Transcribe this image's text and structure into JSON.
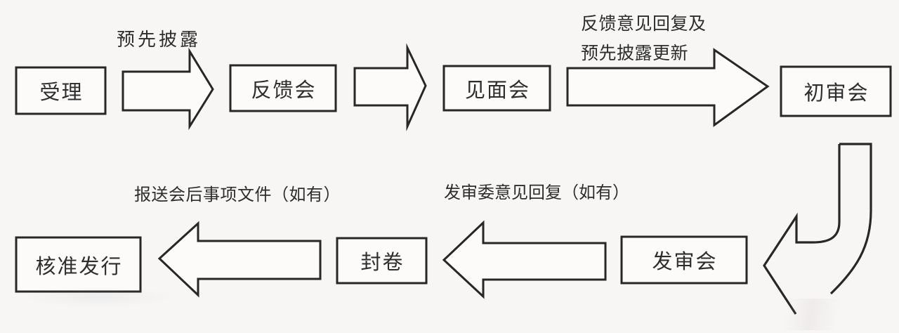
{
  "colors": {
    "background": "#f7f6f5",
    "line": "#272727",
    "shape_fill": "#fcfbfa",
    "text": "#2d2d2d"
  },
  "diagram": {
    "type": "flowchart",
    "description": "IPO review process flow, top row left-to-right then curved arrow down, bottom row right-to-left",
    "nodes": [
      {
        "id": "acceptance",
        "label": "受理"
      },
      {
        "id": "feedback-meeting",
        "label": "反馈会"
      },
      {
        "id": "face-to-face-meeting",
        "label": "见面会"
      },
      {
        "id": "initial-review-meeting",
        "label": "初审会"
      },
      {
        "id": "issuance-review-meeting",
        "label": "发审会"
      },
      {
        "id": "file-sealing",
        "label": "封卷"
      },
      {
        "id": "approved-issuance",
        "label": "核准发行"
      }
    ],
    "edge_labels": {
      "pre_disclosure": "预先披露",
      "feedback_reply_line1": "反馈意见回复及",
      "feedback_reply_line2": "预先披露更新",
      "committee_reply": "发审委意见回复（如有）",
      "post_meeting_documents": "报送会后事项文件（如有）"
    }
  }
}
